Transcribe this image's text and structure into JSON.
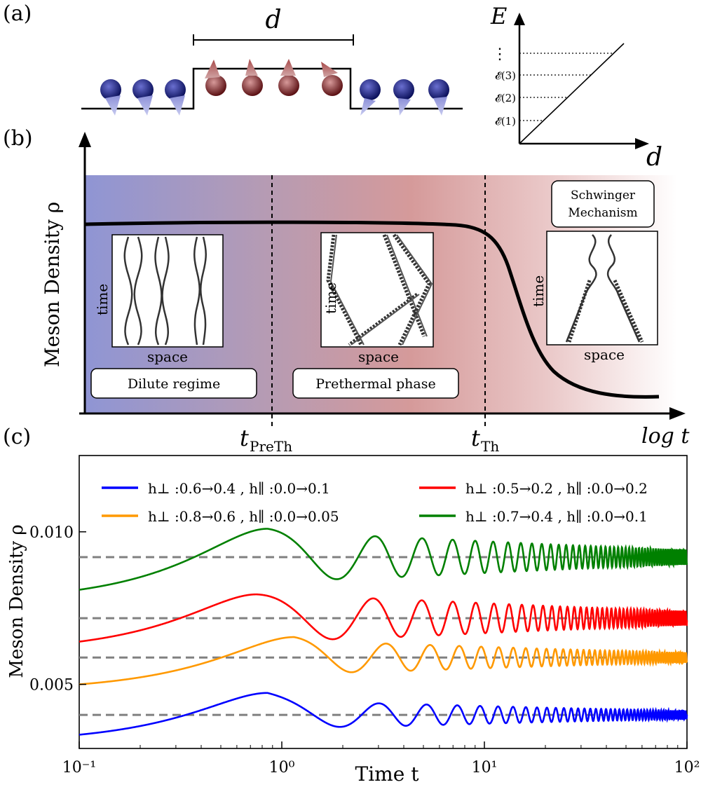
{
  "panel_a": {
    "label": "(a)",
    "d_label": "d",
    "energy_axis": "E",
    "distance_axis": "d",
    "levels": [
      "𝓔(1)",
      "𝓔(2)",
      "𝓔(3)"
    ],
    "dots": "⋮"
  },
  "panel_b": {
    "label": "(b)",
    "ylabel": "Meson Density ρ",
    "xlabel": "log t",
    "t_preth": "t",
    "t_preth_sub": "PreTh",
    "t_th": "t",
    "t_th_sub": "Th",
    "boxes": {
      "dilute": "Dilute regime",
      "prethermal": "Prethermal phase",
      "schwinger_1": "Schwinger",
      "schwinger_2": "Mechanism"
    },
    "inset_time": "time",
    "inset_space": "space"
  },
  "chart_data": {
    "type": "line",
    "title": "",
    "label": "(c)",
    "xlabel": "Time t",
    "ylabel": "Meson Density ρ",
    "xscale": "log",
    "xlim": [
      0.1,
      100
    ],
    "ylim": [
      0.0029,
      0.0125
    ],
    "yticks": [
      0.005,
      0.01
    ],
    "ytick_labels": [
      "0.005",
      "0.010"
    ],
    "xtick_labels": [
      "10⁻¹",
      "10⁰",
      "10¹",
      "10²"
    ],
    "legend_position": "top",
    "grid": false,
    "series": [
      {
        "name": "h⊥ :0.6→0.4 , h∥ :0.0→0.1",
        "color": "#0000ff",
        "initial": 0.00335,
        "mean": 0.004,
        "peak": 0.00472,
        "peak_t": 0.85,
        "first_min": 0.00356
      },
      {
        "name": "h⊥ :0.8→0.6 , h∥ :0.0→0.05",
        "color": "#ff9900",
        "initial": 0.005,
        "mean": 0.00588,
        "peak": 0.00655,
        "peak_t": 1.15,
        "first_min": 0.00535
      },
      {
        "name": "h⊥ :0.5→0.2 , h∥ :0.0→0.2",
        "color": "#ff0000",
        "initial": 0.0064,
        "mean": 0.00717,
        "peak": 0.00795,
        "peak_t": 0.75,
        "first_min": 0.00642
      },
      {
        "name": "h⊥ :0.7→0.4 , h∥ :0.0→0.1",
        "color": "#008000",
        "initial": 0.0081,
        "mean": 0.00917,
        "peak": 0.0101,
        "peak_t": 0.85,
        "first_min": 0.00838
      }
    ]
  }
}
